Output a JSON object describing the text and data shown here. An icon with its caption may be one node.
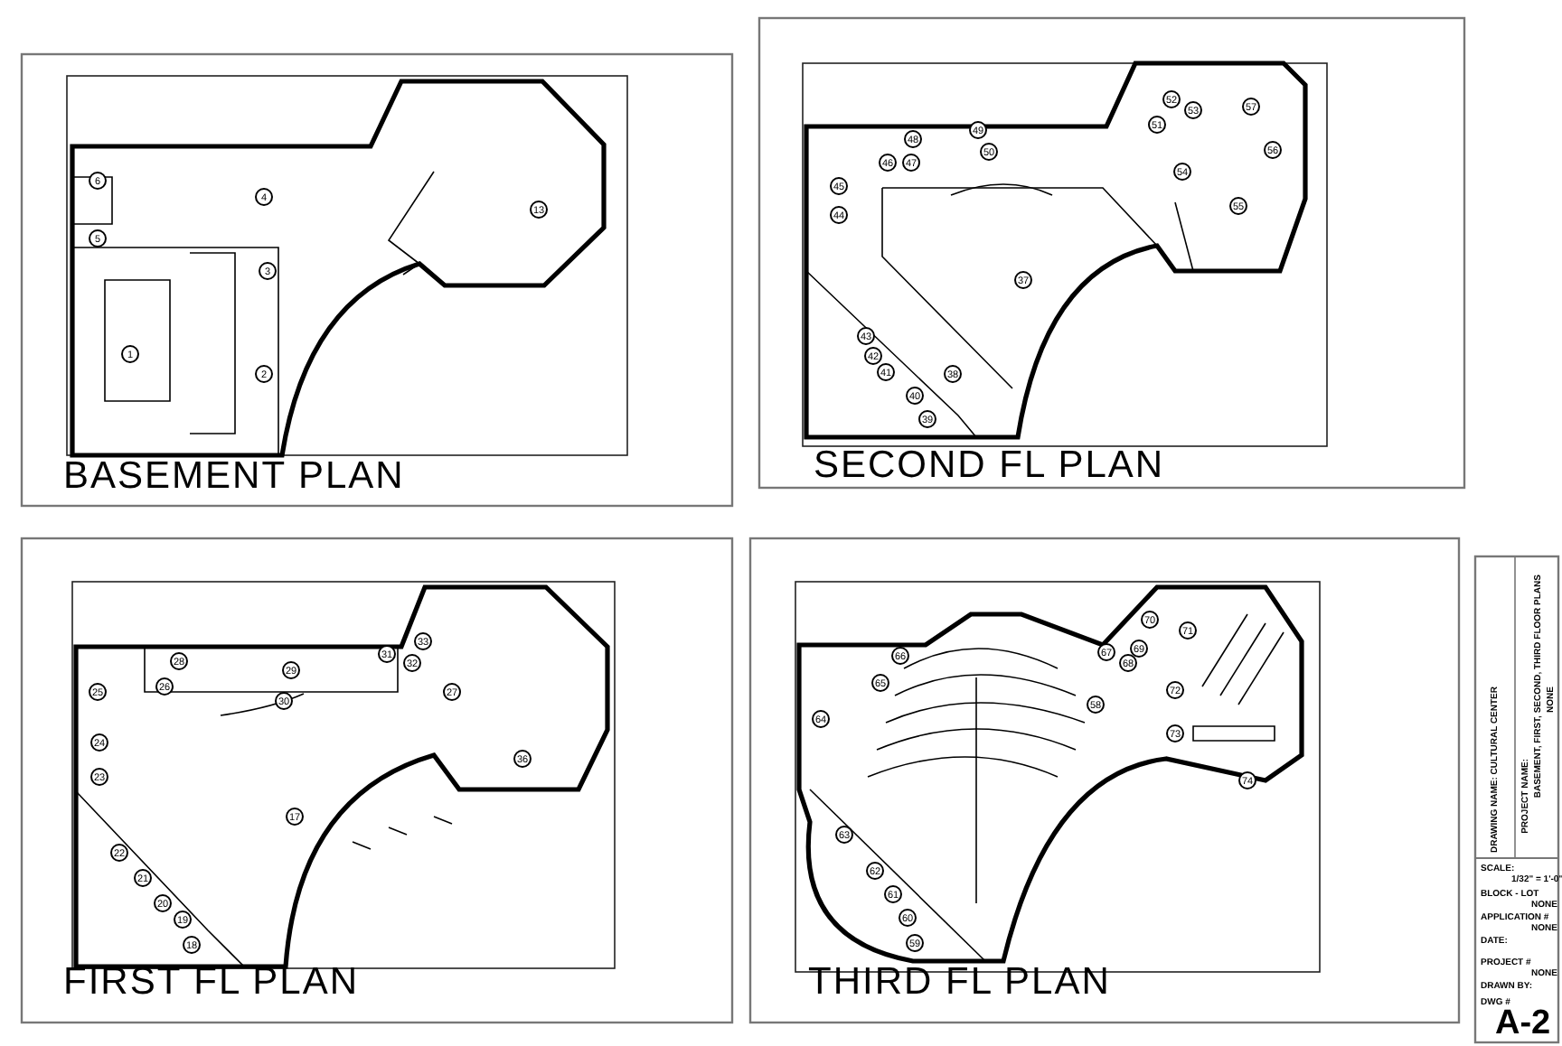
{
  "diagram": {
    "labels": [
      "BASEMENT PLAN",
      "SECOND FL PLAN",
      "FIRST FL PLAN",
      "THIRD FL PLAN",
      "DRAWING NAME: CULTURAL CENTER",
      "PROJECT NAME:",
      "BASEMENT, FIRST, SECOND, THIRD FLOOR PLANS",
      "NONE",
      "SCALE:",
      "1/32\" = 1'-0\"",
      "BLOCK - LOT",
      "NONE",
      "APPLICATION #",
      "NONE",
      "DATE:",
      "PROJECT #",
      "NONE",
      "DRAWN BY:",
      "DWG #",
      "A-2",
      "1",
      "2",
      "3",
      "4",
      "5",
      "6",
      "13",
      "37",
      "38",
      "39",
      "40",
      "41",
      "42",
      "43",
      "44",
      "45",
      "46",
      "47",
      "48",
      "49",
      "50",
      "51",
      "52",
      "53",
      "54",
      "55",
      "56",
      "57",
      "17",
      "18",
      "19",
      "20",
      "21",
      "22",
      "23",
      "24",
      "25",
      "26",
      "27",
      "28",
      "29",
      "30",
      "31",
      "32",
      "33",
      "36",
      "58",
      "59",
      "60",
      "61",
      "62",
      "63",
      "64",
      "65",
      "66",
      "67",
      "68",
      "69",
      "70",
      "71",
      "72",
      "73",
      "74"
    ]
  }
}
